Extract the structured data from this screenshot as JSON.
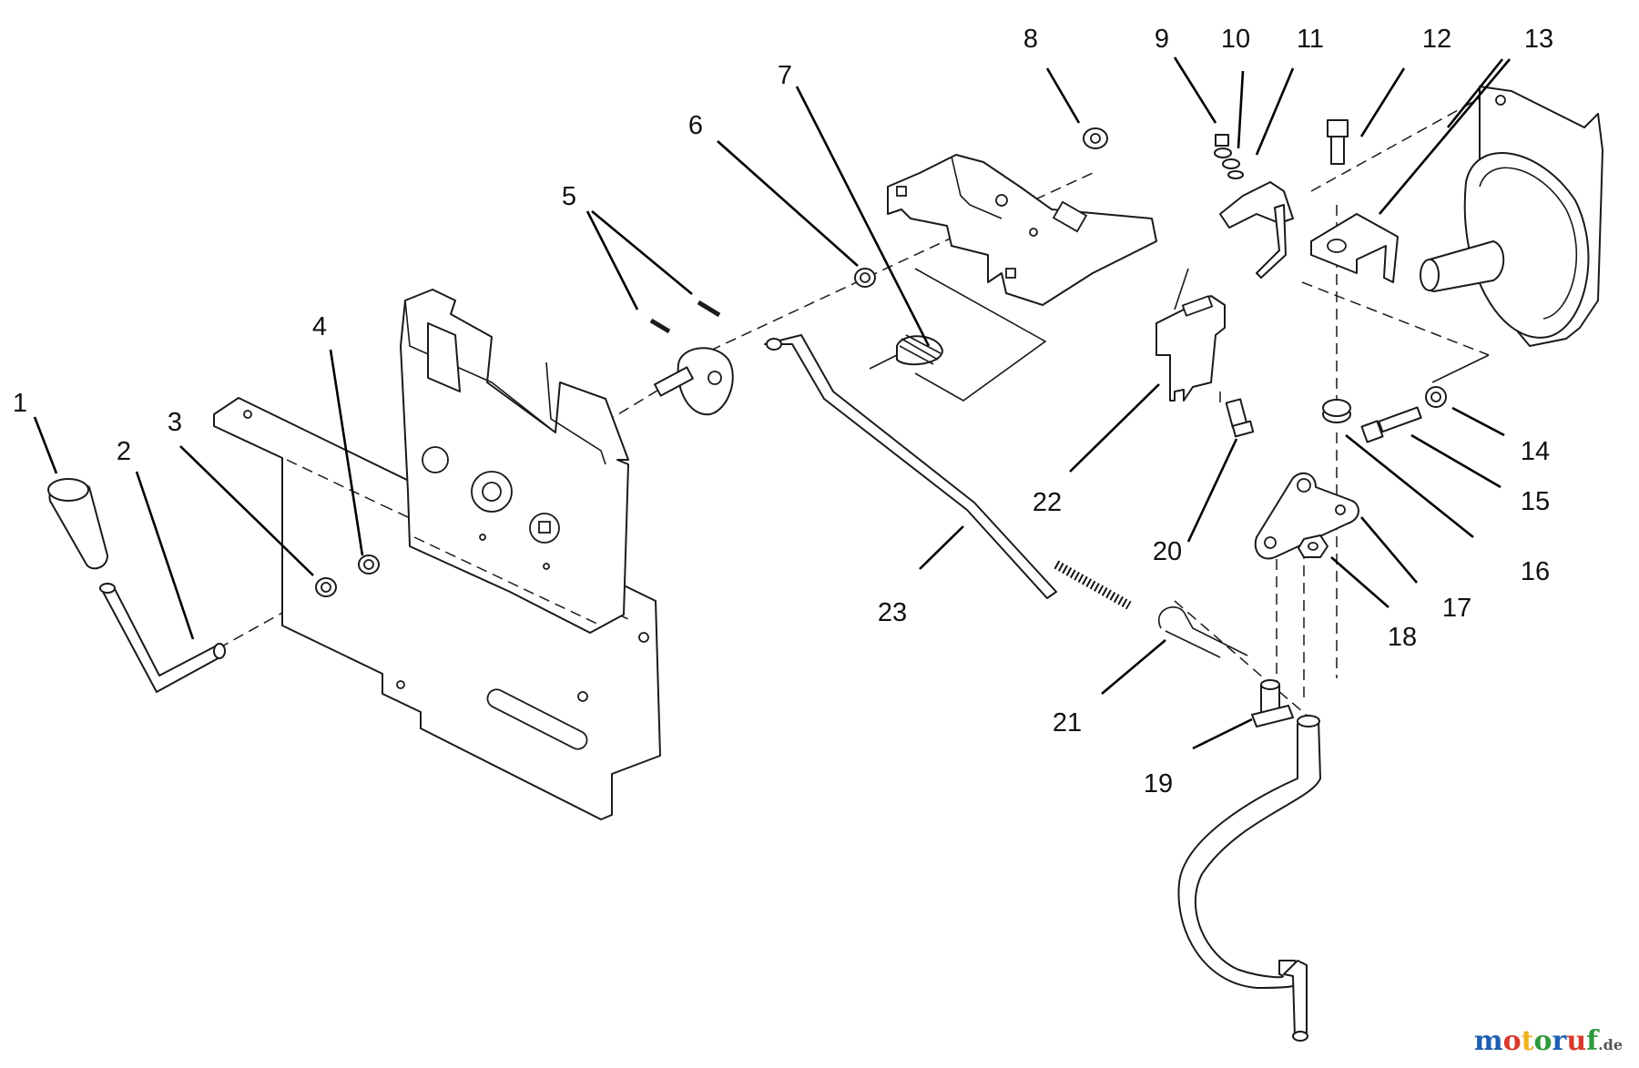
{
  "diagram": {
    "callouts": [
      "1",
      "2",
      "3",
      "4",
      "5",
      "6",
      "7",
      "8",
      "9",
      "10",
      "11",
      "12",
      "13",
      "14",
      "15",
      "16",
      "17",
      "18",
      "19",
      "20",
      "21",
      "22",
      "23"
    ]
  },
  "watermark": {
    "text": "motoruf",
    "suffix": ".de",
    "letter_colors": [
      "#1f5fb0",
      "#d93a2b",
      "#f0b21f",
      "#2e9a3c",
      "#1f5fb0",
      "#d93a2b",
      "#2e9a3c"
    ]
  }
}
